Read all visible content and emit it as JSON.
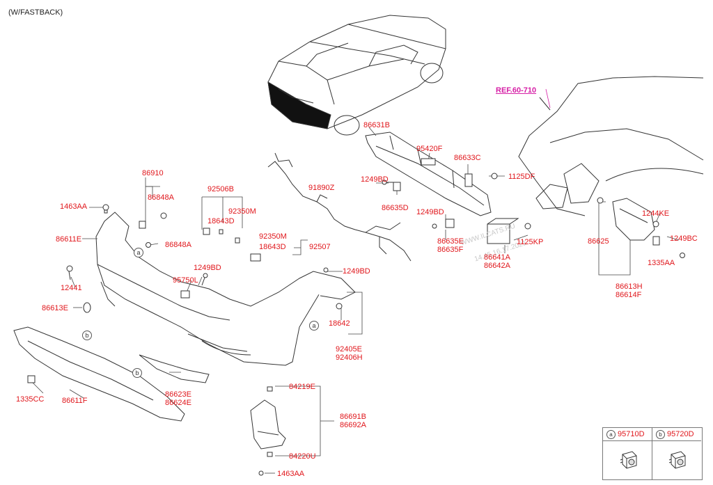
{
  "title": "(W/FASTBACK)",
  "reference": "REF.60-710",
  "watermark": {
    "line1": "WWW.ILCATS.RU",
    "line2": "14.45.16.17.2021"
  },
  "labels": {
    "p86631B": "86631B",
    "p95420F": "95420F",
    "p86633C": "86633C",
    "p1125DF": "1125DF",
    "p86910": "86910",
    "p92506B": "92506B",
    "p91890Z": "91890Z",
    "p1249BD_a": "1249BD",
    "p86848A_a": "86848A",
    "p1463AA_a": "1463AA",
    "p92350M_a": "92350M",
    "p86635D": "86635D",
    "p18643D_a": "18643D",
    "p1249BD_b": "1249BD",
    "p1244KE": "1244KE",
    "p86611E": "86611E",
    "p86848A_b": "86848A",
    "p92350M_b": "92350M",
    "p18643D_b": "18643D",
    "p92507": "92507",
    "p86635E": "86635E",
    "p86635F": "86635F",
    "p1125KP": "1125KP",
    "p86625": "86625",
    "p1249BC": "1249BC",
    "p86641A": "86641A",
    "p86642A": "86642A",
    "p1335AA": "1335AA",
    "p1249BD_c": "1249BD",
    "p12441": "12441",
    "p1249BD_d": "1249BD",
    "p95750L": "95750L",
    "p86613H": "86613H",
    "p86614F": "86614F",
    "p86613E": "86613E",
    "p18642": "18642",
    "p92405E": "92405E",
    "p92406H": "92406H",
    "p86623E": "86623E",
    "p86624E": "86624E",
    "p1335CC": "1335CC",
    "p86611F": "86611F",
    "p84219E": "84219E",
    "p86691B": "86691B",
    "p86692A": "86692A",
    "p84220U": "84220U",
    "p1463AA_b": "1463AA"
  },
  "callouts": {
    "a": "a",
    "b": "b"
  },
  "legend": [
    {
      "mark": "a",
      "code": "95710D",
      "icon": "parking-sensor-icon"
    },
    {
      "mark": "b",
      "code": "95720D",
      "icon": "parking-sensor-icon"
    }
  ],
  "colors": {
    "label": "#e0161b",
    "reference": "#d61fa6",
    "line": "#333333"
  }
}
